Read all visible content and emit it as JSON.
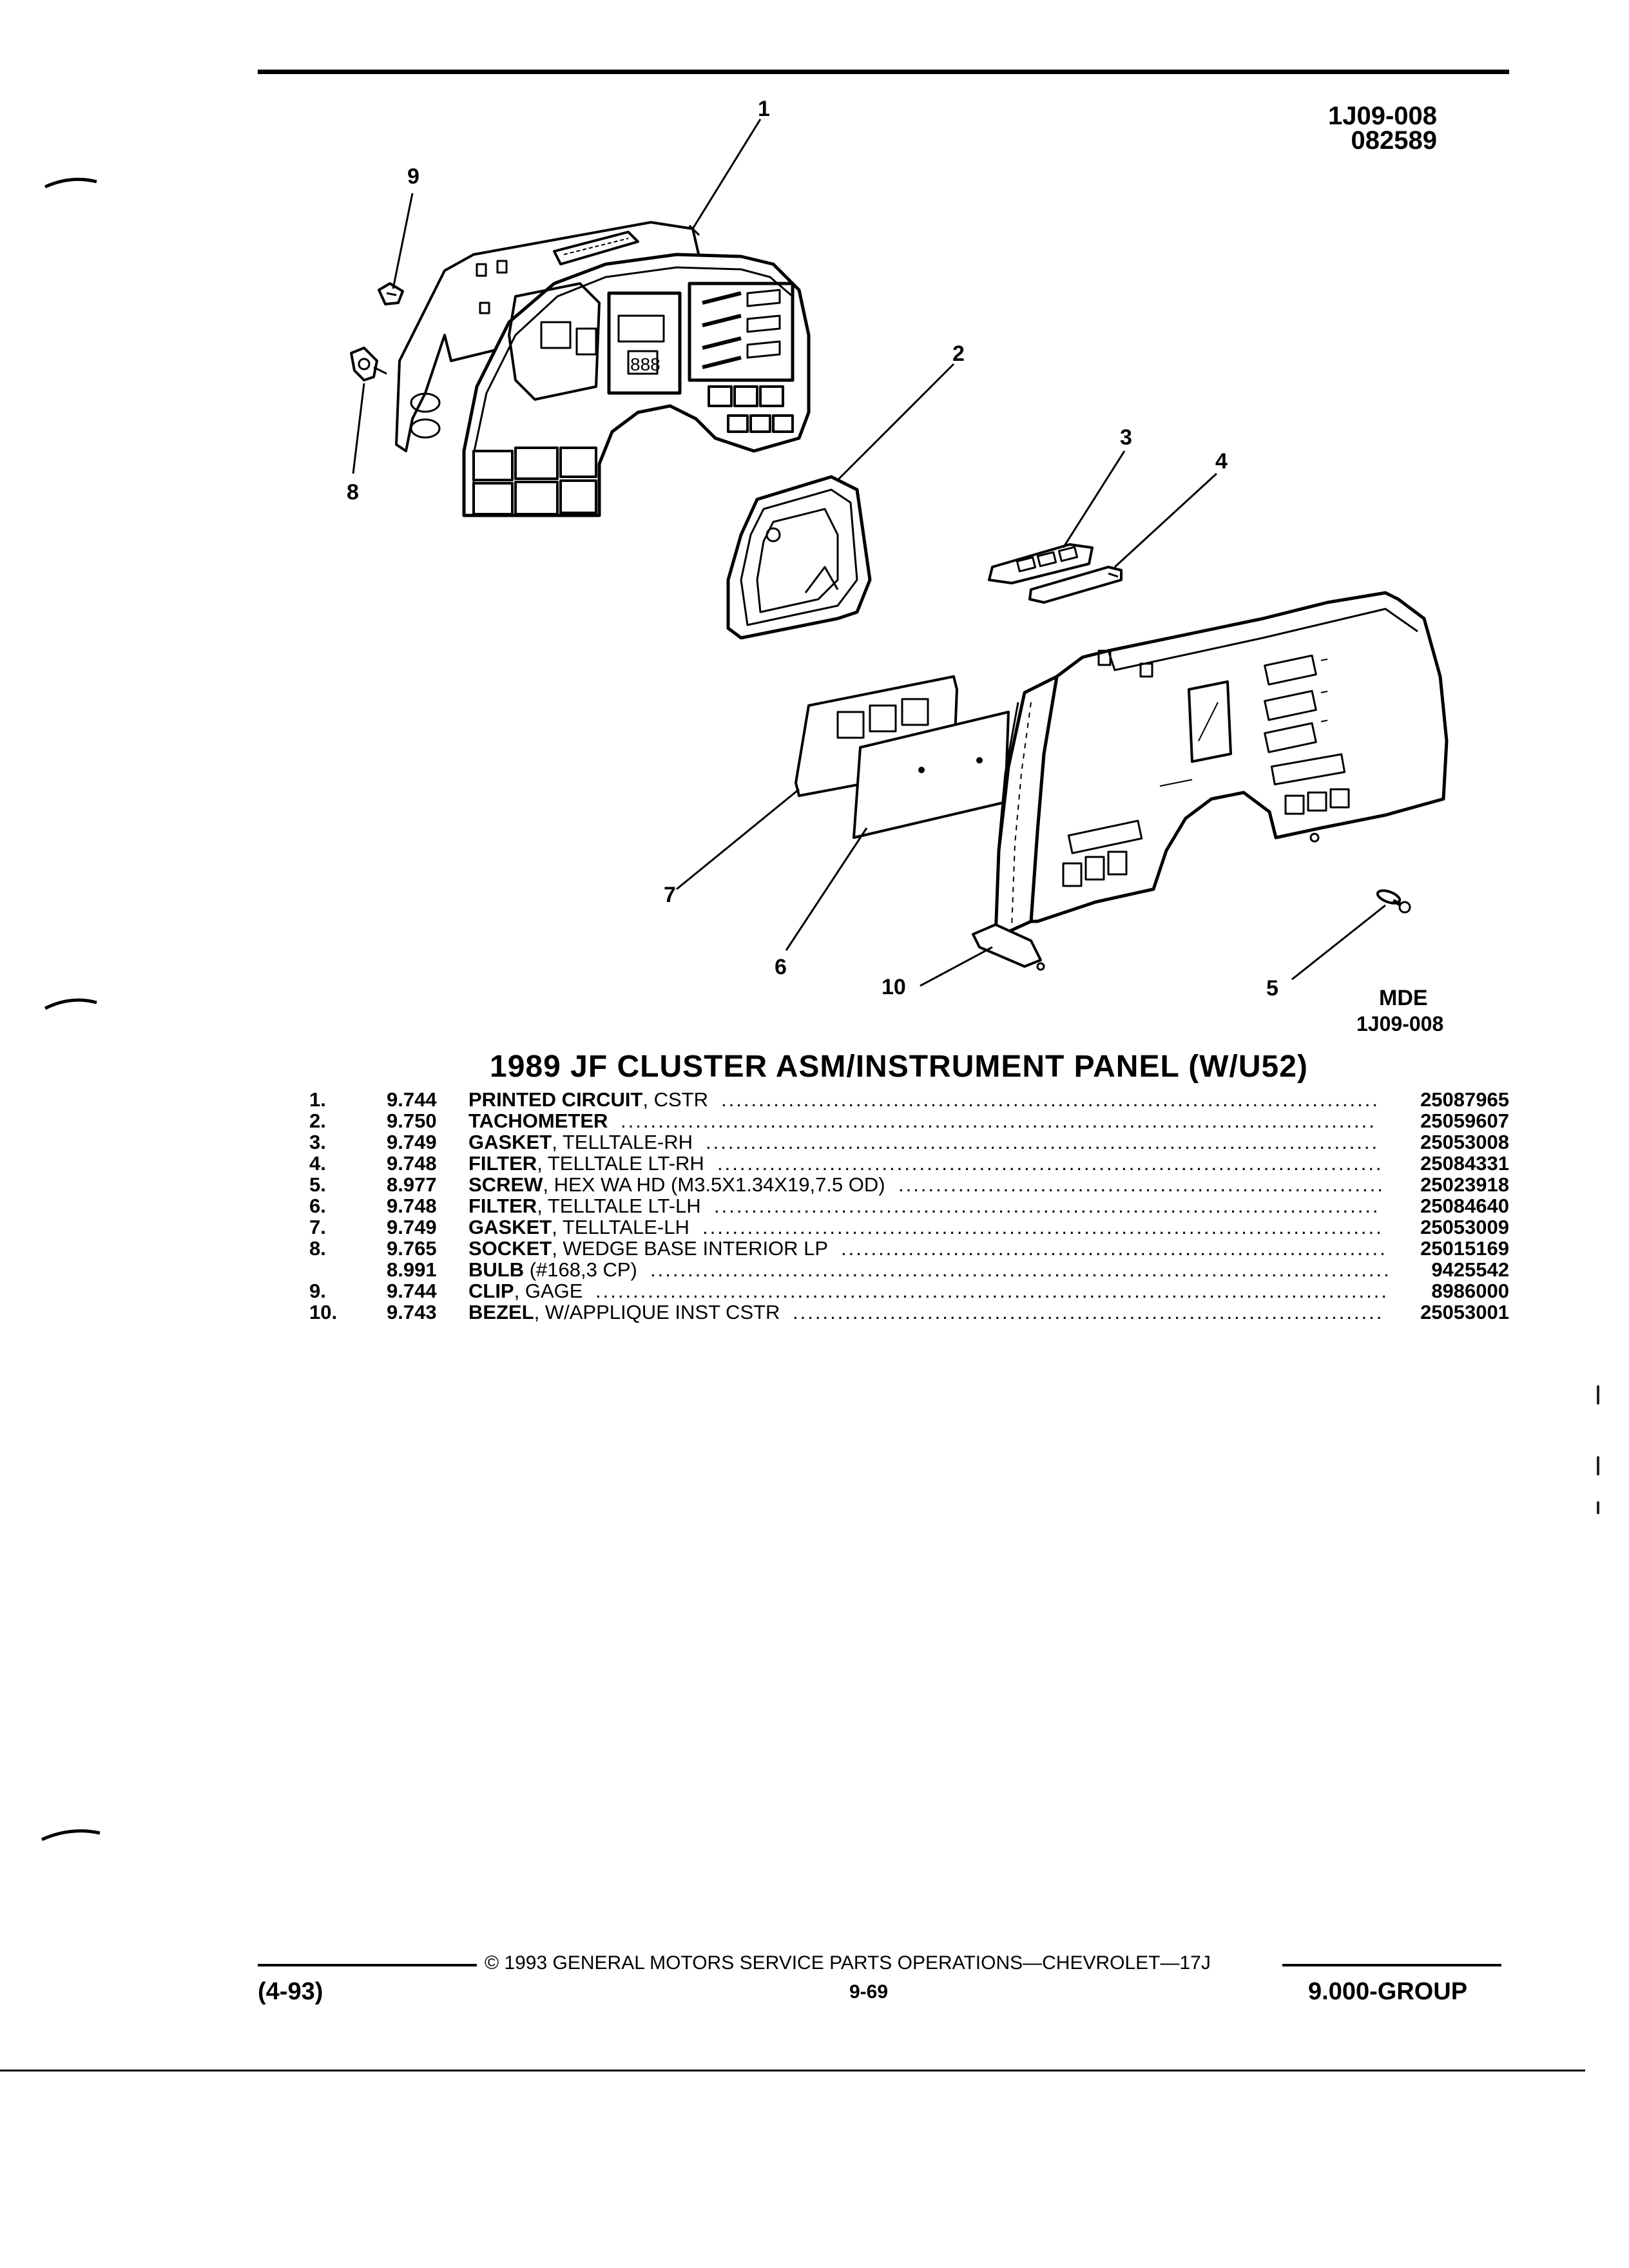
{
  "header": {
    "figure_ref": "1J09-008",
    "figure_date": "082589"
  },
  "diagram": {
    "callouts": [
      "1",
      "2",
      "3",
      "4",
      "5",
      "6",
      "7",
      "8",
      "9",
      "10"
    ],
    "logo": "MDE",
    "caption_ref": "1J09-008"
  },
  "parts": {
    "title": "1989 JF CLUSTER ASM/INSTRUMENT PANEL (W/U52)",
    "rows": [
      {
        "num": "1.",
        "group": "9.744",
        "name": "PRINTED CIRCUIT",
        "spec": ", CSTR",
        "part": "25087965"
      },
      {
        "num": "2.",
        "group": "9.750",
        "name": "TACHOMETER",
        "spec": "",
        "part": "25059607"
      },
      {
        "num": "3.",
        "group": "9.749",
        "name": "GASKET",
        "spec": ", TELLTALE-RH",
        "part": "25053008"
      },
      {
        "num": "4.",
        "group": "9.748",
        "name": "FILTER",
        "spec": ", TELLTALE LT-RH",
        "part": "25084331"
      },
      {
        "num": "5.",
        "group": "8.977",
        "name": "SCREW",
        "spec": ", HEX WA HD (M3.5X1.34X19,7.5 OD)",
        "part": "25023918"
      },
      {
        "num": "6.",
        "group": "9.748",
        "name": "FILTER",
        "spec": ", TELLTALE LT-LH",
        "part": "25084640"
      },
      {
        "num": "7.",
        "group": "9.749",
        "name": "GASKET",
        "spec": ", TELLTALE-LH",
        "part": "25053009"
      },
      {
        "num": "8.",
        "group": "9.765",
        "name": "SOCKET",
        "spec": ", WEDGE BASE INTERIOR LP",
        "part": "25015169"
      },
      {
        "num": "",
        "group": "8.991",
        "name": "BULB",
        "spec": " (#168,3 CP)",
        "part": "9425542"
      },
      {
        "num": "9.",
        "group": "9.744",
        "name": "CLIP",
        "spec": ", GAGE",
        "part": "8986000"
      },
      {
        "num": "10.",
        "group": "9.743",
        "name": "BEZEL",
        "spec": ", W/APPLIQUE INST CSTR",
        "part": "25053001"
      }
    ]
  },
  "footer": {
    "date_code": "(4-93)",
    "copyright": "© 1993 GENERAL MOTORS SERVICE PARTS OPERATIONS—CHEVROLET—17J",
    "page_number": "9-69",
    "group": "9.000-GROUP"
  }
}
